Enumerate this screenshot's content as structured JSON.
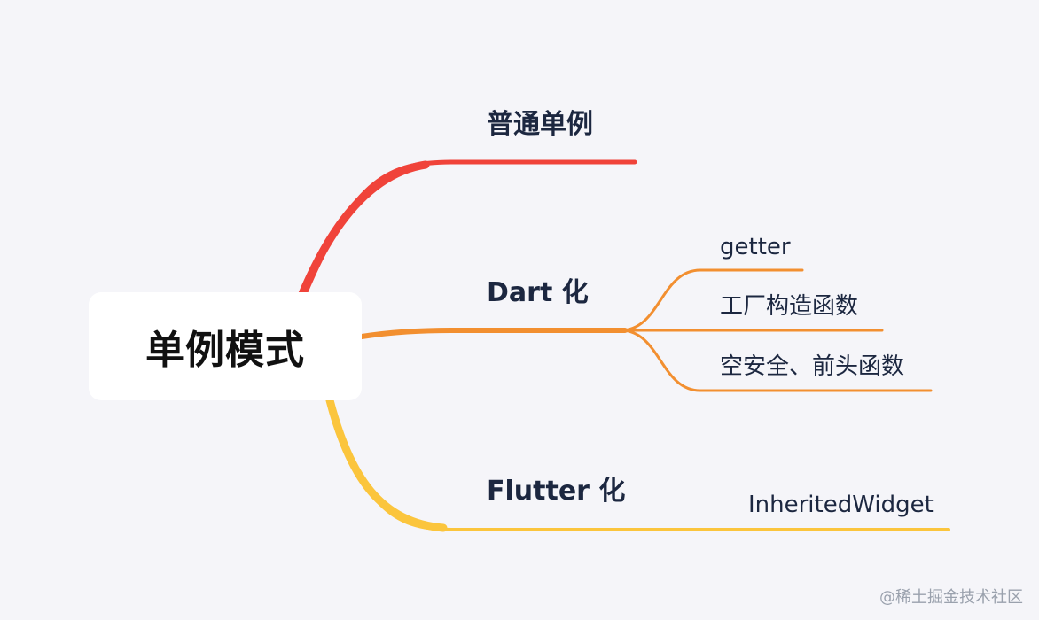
{
  "root": {
    "label": "单例模式"
  },
  "branches": [
    {
      "label": "普通单例",
      "color": "#f0433a",
      "children": []
    },
    {
      "label": "Dart 化",
      "color": "#f28f30",
      "children": [
        "getter",
        "工厂构造函数",
        "空安全、前头函数"
      ]
    },
    {
      "label": "Flutter 化",
      "color": "#fbc53d",
      "children": [
        "InheritedWidget"
      ]
    }
  ],
  "watermark": "@稀土掘金技术社区"
}
